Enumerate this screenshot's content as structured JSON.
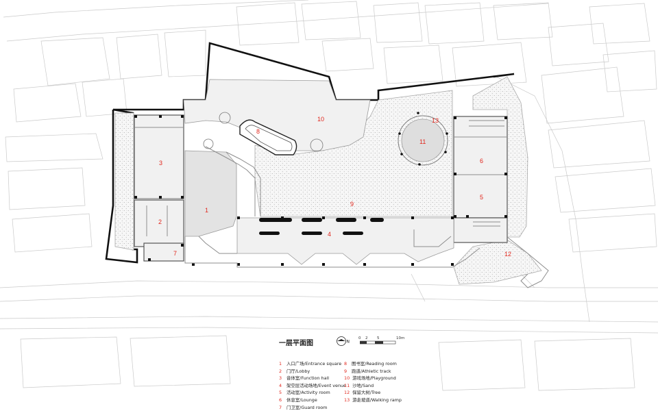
{
  "drawing": {
    "title": "一层平面图",
    "north_label": "N",
    "scale_ticks": [
      "0",
      "2",
      "5",
      "10m"
    ]
  },
  "rooms": [
    {
      "num": "1"
    },
    {
      "num": "2"
    },
    {
      "num": "3"
    },
    {
      "num": "4"
    },
    {
      "num": "5"
    },
    {
      "num": "6"
    },
    {
      "num": "7"
    },
    {
      "num": "8"
    },
    {
      "num": "9"
    },
    {
      "num": "10"
    },
    {
      "num": "11"
    },
    {
      "num": "12"
    },
    {
      "num": "13"
    }
  ],
  "legend": [
    {
      "num": "1",
      "label": "入口广场/Entrance square"
    },
    {
      "num": "2",
      "label": "门厅/Lobby"
    },
    {
      "num": "3",
      "label": "音体室/Function hall"
    },
    {
      "num": "4",
      "label": "架空层活动场地/Event venue"
    },
    {
      "num": "5",
      "label": "活动室/Activity room"
    },
    {
      "num": "6",
      "label": "休息室/Lounge"
    },
    {
      "num": "7",
      "label": "门卫室/Guard room"
    },
    {
      "num": "8",
      "label": "图书室/Reading room"
    },
    {
      "num": "9",
      "label": "跑道/Athletic track"
    },
    {
      "num": "10",
      "label": "游戏场地/Playground"
    },
    {
      "num": "11",
      "label": "沙地/Sand"
    },
    {
      "num": "12",
      "label": "保留大树/Tree"
    },
    {
      "num": "13",
      "label": "游走坡道/Walking ramp"
    }
  ],
  "colors": {
    "label_red": "#e1261c",
    "boundary": "#111111",
    "context_lines": "#c9c9c9"
  }
}
